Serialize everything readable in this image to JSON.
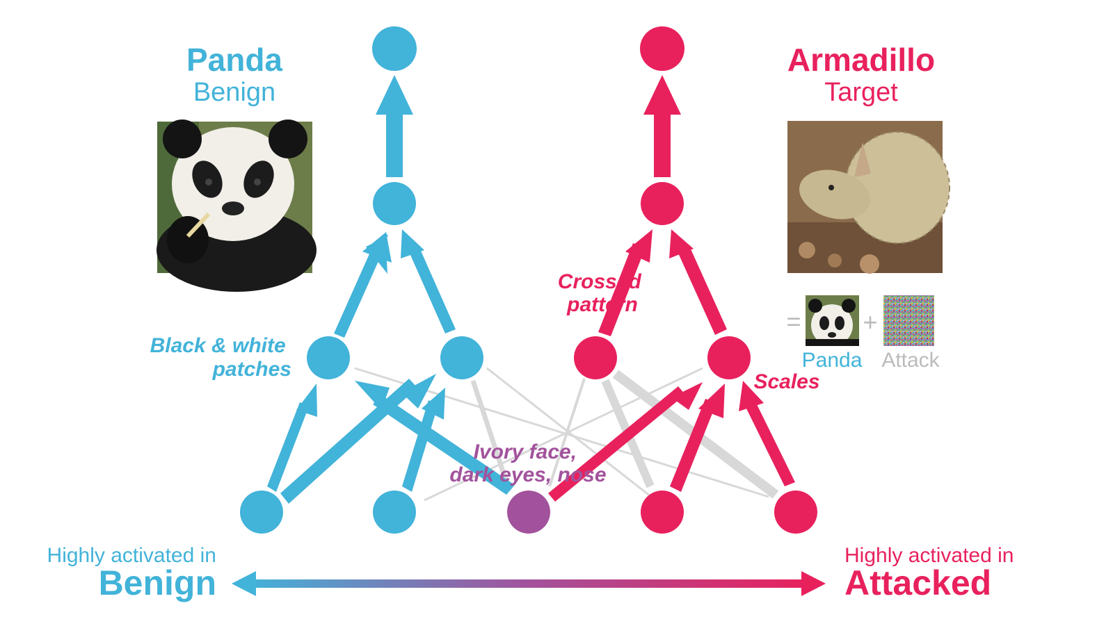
{
  "colors": {
    "benign": "#42b3d9",
    "target": "#e8215d",
    "shared": "#a2529c",
    "gray_edge": "#d8d8d8",
    "attack_gray": "#bbbbbb"
  },
  "benign_class": {
    "name": "Panda",
    "role": "Benign",
    "image": "panda-photo"
  },
  "target_class": {
    "name": "Armadillo",
    "role": "Target",
    "image": "armadillo-photo"
  },
  "formula": {
    "equals": "=",
    "plus": "+",
    "left_label": "Panda",
    "right_label": "Attack",
    "left_image": "panda-thumbnail",
    "right_image": "noise-thumbnail"
  },
  "features": {
    "benign_feature": "Black & white\npatches",
    "target_feature_1": "Crossed\npattern",
    "target_feature_2": "Scales",
    "shared_feature": "Ivory face,\ndark eyes, nose"
  },
  "axis": {
    "left_top": "Highly activated in",
    "left_bottom": "Benign",
    "right_top": "Highly activated in",
    "right_bottom": "Attacked",
    "arrow": "double-headed-gradient-arrow"
  }
}
